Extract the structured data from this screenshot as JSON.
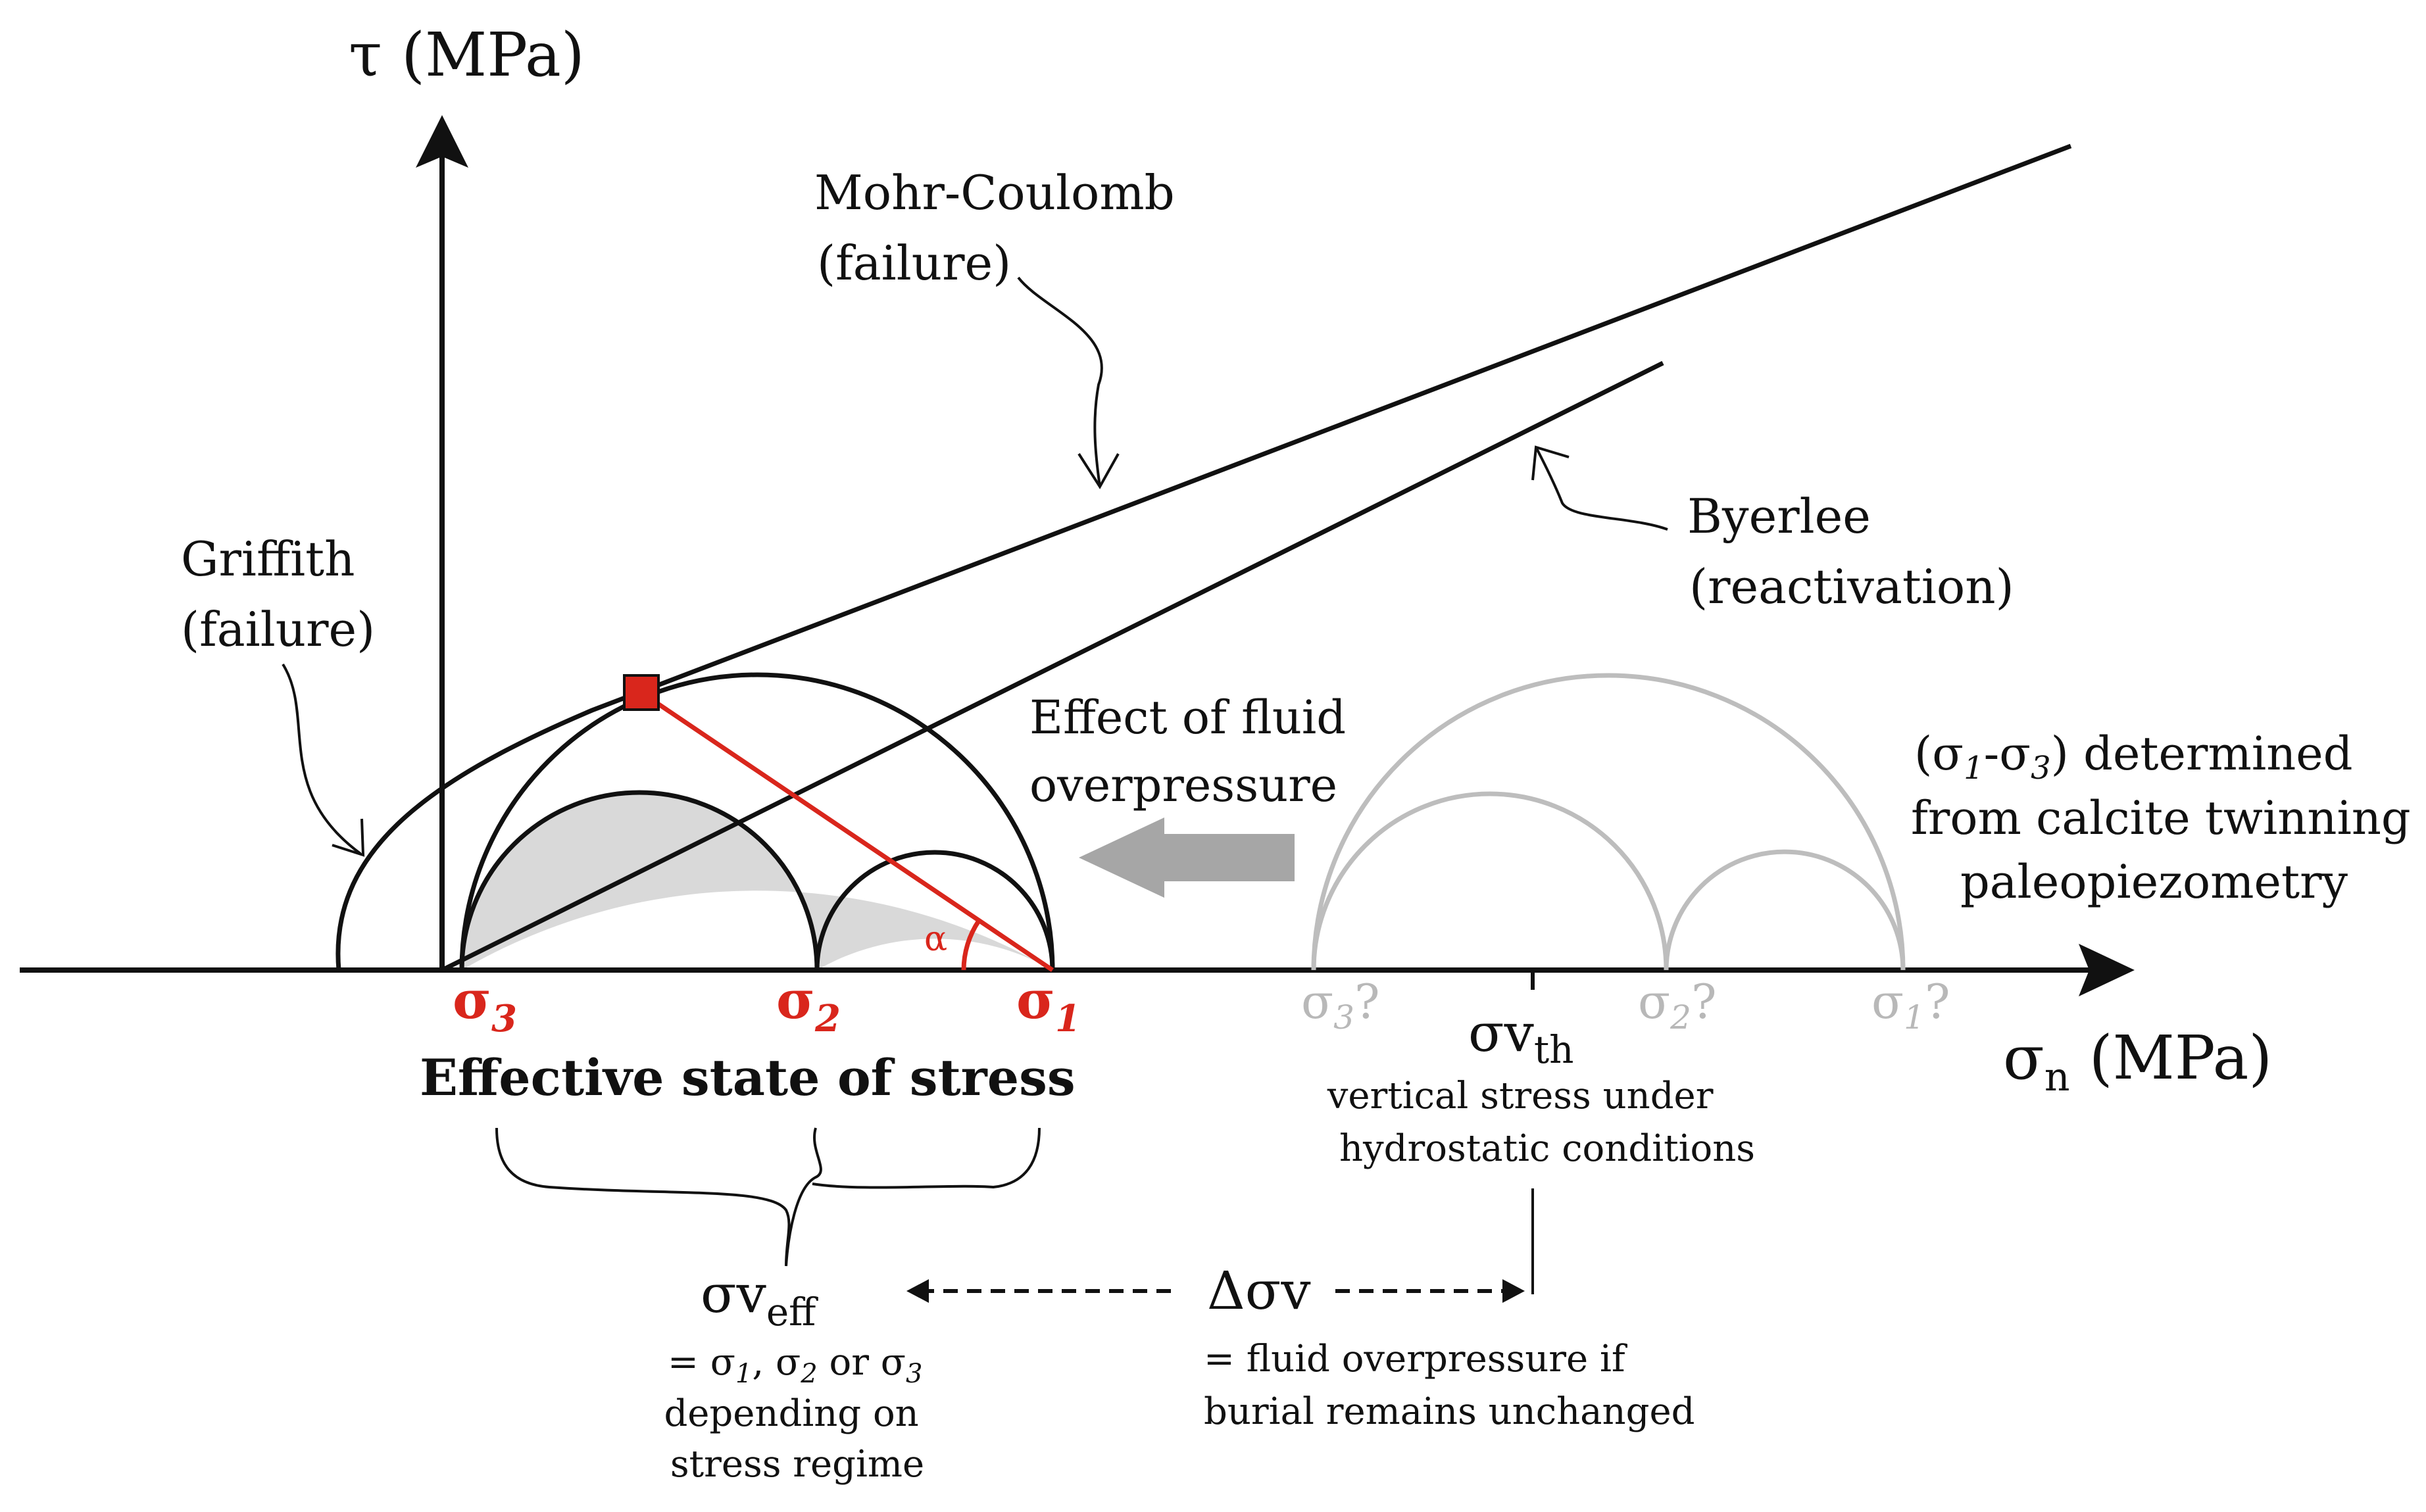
{
  "axes": {
    "y_label": "τ (MPa)",
    "x_label_symbol": "σ",
    "x_label_sub": "n",
    "x_label_unit": " (MPa)"
  },
  "envelopes": {
    "mohr_coulomb": [
      "Mohr-Coulomb",
      "(failure)"
    ],
    "byerlee": [
      "Byerlee",
      "(reactivation)"
    ],
    "griffith": [
      "Griffith",
      "(failure)"
    ]
  },
  "fluid_effect": [
    "Effect of fluid",
    "overpressure"
  ],
  "calcite_note": {
    "line1_prefix": "(σ",
    "line1_sub1": "1",
    "line1_mid": "-σ",
    "line1_sub2": "3",
    "line1_suffix": ") determined",
    "line2": "from calcite twinning",
    "line3": "paleopiezometry"
  },
  "effective_sigmas": {
    "s3": {
      "symbol": "σ",
      "sub": "3"
    },
    "s2": {
      "symbol": "σ",
      "sub": "2"
    },
    "s1": {
      "symbol": "σ",
      "sub": "1"
    }
  },
  "alpha_label": "α",
  "effective_state_title": "Effective state of stress",
  "hydro_sigmas": {
    "s3": {
      "symbol": "σ",
      "sub": "3",
      "q": "?"
    },
    "s2": {
      "symbol": "σ",
      "sub": "2",
      "q": "?"
    },
    "s1": {
      "symbol": "σ",
      "sub": "1",
      "q": "?"
    }
  },
  "sv_th": {
    "symbol": "σv",
    "sub": "th",
    "desc": [
      "vertical stress under",
      "hydrostatic conditions"
    ]
  },
  "sv_eff": {
    "symbol": "σv",
    "sub": "eff",
    "eq": {
      "a": "= σ",
      "s1": "1",
      "b": ", σ",
      "s2": "2",
      "c": " or σ",
      "s3": "3"
    },
    "desc": [
      "depending on",
      "stress regime"
    ]
  },
  "delta_sv": {
    "label": "Δσv",
    "desc": [
      "= fluid overpressure if",
      "burial remains unchanged"
    ]
  },
  "colors": {
    "line": "#111111",
    "red": "#d9261c",
    "grey": "#bdbdbd",
    "fill": "#d9d9d9",
    "arrow_grey": "#a6a6a6"
  }
}
